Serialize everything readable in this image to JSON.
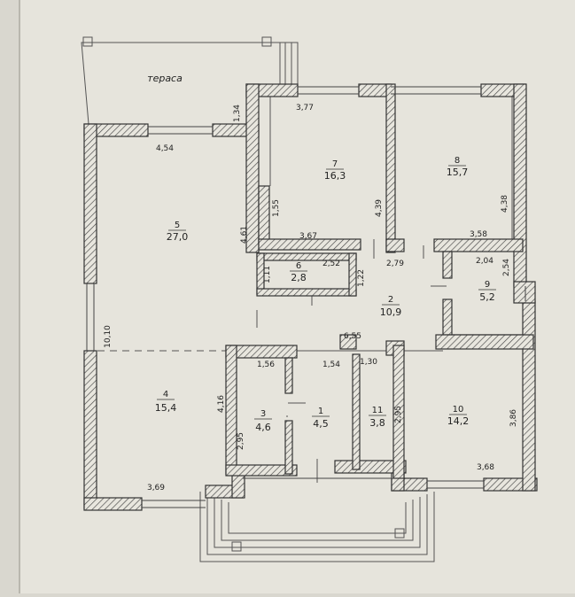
{
  "plan": {
    "terrace_label": "тераса",
    "rooms": [
      {
        "number": "5",
        "area": "27,0"
      },
      {
        "number": "7",
        "area": "16,3"
      },
      {
        "number": "8",
        "area": "15,7"
      },
      {
        "number": "6",
        "area": "2,8"
      },
      {
        "number": "2",
        "area": "10,9"
      },
      {
        "number": "9",
        "area": "5,2"
      },
      {
        "number": "4",
        "area": "15,4"
      },
      {
        "number": "3",
        "area": "4,6"
      },
      {
        "number": "1",
        "area": "4,5"
      },
      {
        "number": "11",
        "area": "3,8"
      },
      {
        "number": "10",
        "area": "14,2"
      }
    ],
    "dimensions": [
      "1,34",
      "3,77",
      "4,54",
      "1,55",
      "4,39",
      "4,38",
      "4,61",
      "3,67",
      "3,58",
      "1,11",
      "2,52",
      "1,22",
      "2,79",
      "2,04",
      "2,54",
      "10,10",
      "6,55",
      "1,56",
      "1,54",
      "1,30",
      "4,16",
      "2,95",
      "2,95",
      "3,86",
      "3,69",
      "3,68"
    ]
  }
}
